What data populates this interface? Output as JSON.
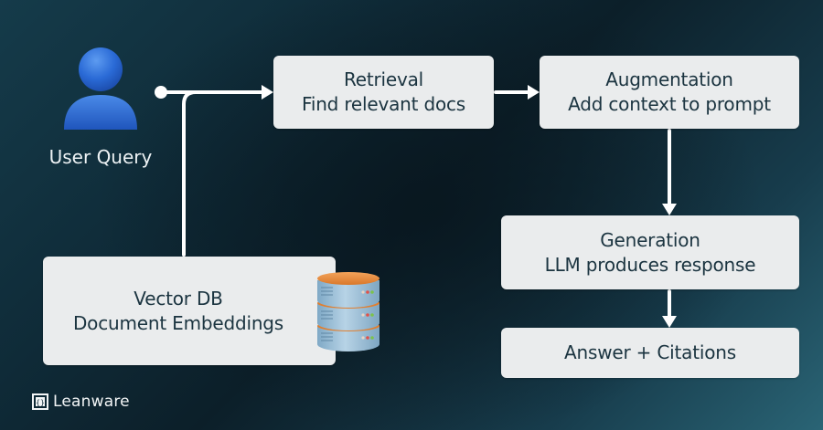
{
  "diagram": {
    "type": "flowchart",
    "title_hint": "RAG pipeline",
    "user": {
      "label": "User Query",
      "icon": "user-icon",
      "icon_color": "#2f6fd8"
    },
    "nodes": [
      {
        "id": "retrieval",
        "line1": "Retrieval",
        "line2": "Find relevant docs"
      },
      {
        "id": "augmentation",
        "line1": "Augmentation",
        "line2": "Add context to prompt"
      },
      {
        "id": "generation",
        "line1": "Generation",
        "line2": "LLM produces response"
      },
      {
        "id": "answer",
        "line1": "Answer + Citations"
      },
      {
        "id": "vectordb",
        "line1": "Vector DB",
        "line2": "Document Embeddings",
        "icon": "database-icon"
      }
    ],
    "edges": [
      {
        "from": "user",
        "to": "retrieval"
      },
      {
        "from": "vectordb",
        "to": "retrieval"
      },
      {
        "from": "retrieval",
        "to": "augmentation"
      },
      {
        "from": "augmentation",
        "to": "generation"
      },
      {
        "from": "generation",
        "to": "answer"
      }
    ],
    "colors": {
      "box_fill": "#eaeced",
      "box_text": "#1b3440",
      "connector": "#ffffff",
      "db_top": "#e98a3a",
      "db_body": "#a9c8dd"
    }
  },
  "brand": {
    "name": "Leanware",
    "icon": "leanware-logo-icon"
  }
}
